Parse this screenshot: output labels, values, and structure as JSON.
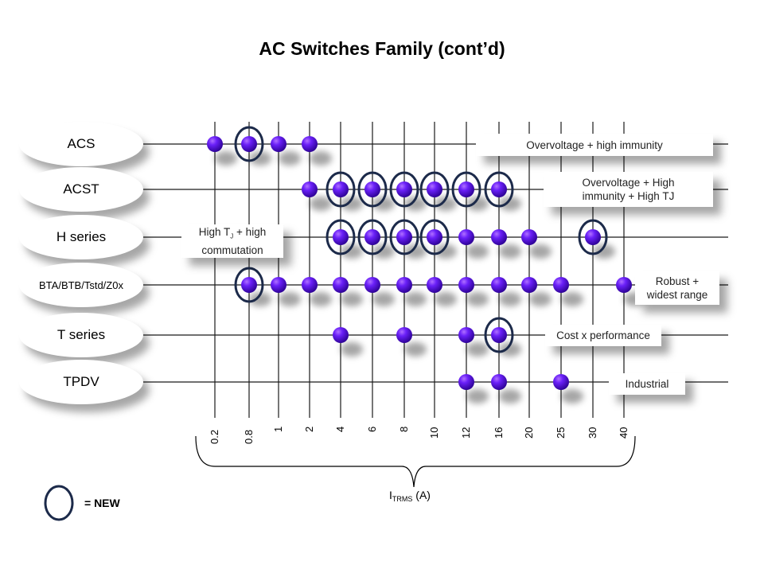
{
  "title": "AC Switches Family (cont’d)",
  "chart_data": {
    "type": "scatter",
    "title": "AC Switches Family (cont’d)",
    "xlabel": "I_TRMS (A)",
    "xlabel_main": "I",
    "xlabel_sub": "TRMS",
    "xlabel_unit": "(A)",
    "x_categories": [
      "0.2",
      "0.8",
      "1",
      "2",
      "4",
      "6",
      "8",
      "10",
      "12",
      "16",
      "20",
      "25",
      "30",
      "40"
    ],
    "series": [
      {
        "name": "ACS",
        "values": [
          "0.2",
          "0.8",
          "1",
          "2"
        ],
        "new": [
          "0.8"
        ],
        "callout": "Overvoltage + high immunity"
      },
      {
        "name": "ACST",
        "values": [
          "2",
          "4",
          "6",
          "8",
          "10",
          "12",
          "16"
        ],
        "new": [
          "4",
          "6",
          "8",
          "10",
          "12",
          "16"
        ],
        "callout": "Overvoltage + High immunity + High TJ"
      },
      {
        "name": "H series",
        "values": [
          "4",
          "6",
          "8",
          "10",
          "12",
          "16",
          "20",
          "30"
        ],
        "new": [
          "4",
          "6",
          "8",
          "10",
          "30"
        ],
        "callout": "High TJ + high commutation"
      },
      {
        "name": "BTA/BTB/Tstd/Z0x",
        "values": [
          "0.8",
          "1",
          "2",
          "4",
          "6",
          "8",
          "10",
          "12",
          "16",
          "20",
          "25",
          "40"
        ],
        "new": [
          "0.8"
        ],
        "callout": "Robust + widest range"
      },
      {
        "name": "T series",
        "values": [
          "4",
          "8",
          "12",
          "16"
        ],
        "new": [
          "16"
        ],
        "callout": "Cost x performance"
      },
      {
        "name": "TPDV",
        "values": [
          "12",
          "16",
          "25"
        ],
        "new": [],
        "callout": "Industrial"
      }
    ],
    "legend": {
      "symbol": "ring",
      "label": "= NEW",
      "placement": "bottom-left"
    },
    "colors": {
      "dot": "#5a10f0",
      "ring": "#1c2a4a",
      "grid": "#1a1a1a"
    }
  },
  "callouts": {
    "acs": "Overvoltage + high immunity",
    "acst_1": "Overvoltage + High",
    "acst_2": "immunity + High TJ",
    "h_1_pre": "High T",
    "h_1_sub": "J",
    "h_1_post": " + high",
    "h_2": "commutation",
    "bta_1": "Robust +",
    "bta_2": "widest range",
    "t": "Cost x performance",
    "tpdv": "Industrial"
  },
  "legend_label": "= NEW"
}
